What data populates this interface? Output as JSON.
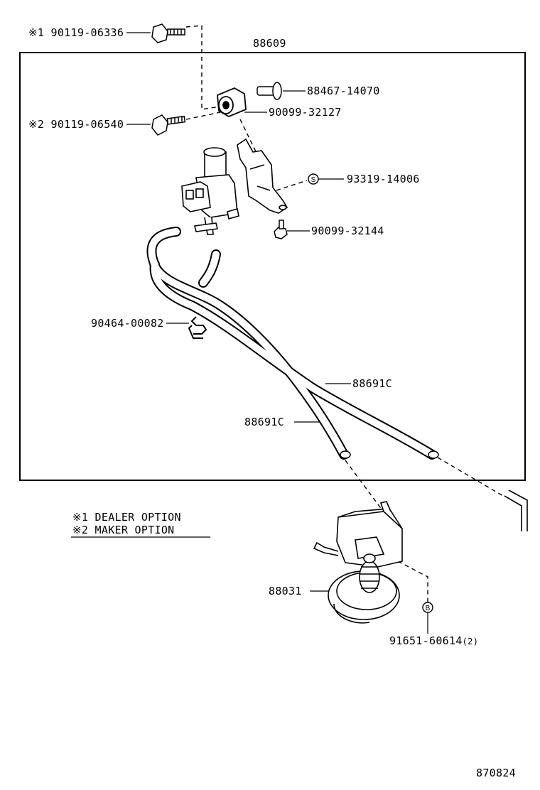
{
  "title_part": "88609",
  "parts": {
    "p1": {
      "mark": "※1",
      "number": "90119-06336"
    },
    "p2": {
      "mark": "※2",
      "number": "90119-06540"
    },
    "p3": {
      "number": "88467-14070"
    },
    "p4": {
      "number": "90099-32127"
    },
    "p5": {
      "symbol": "S",
      "number": "93319-14006"
    },
    "p6": {
      "number": "90099-32144"
    },
    "p7": {
      "number": "90464-00082"
    },
    "p8": {
      "number": "88691C"
    },
    "p9": {
      "number": "88691C"
    },
    "p10": {
      "number": "88031"
    },
    "p11": {
      "symbol": "B",
      "number": "91651-60614",
      "qty": "(2)"
    }
  },
  "legend": {
    "line1": "※1 DEALER OPTION",
    "line2": "※2 MAKER OPTION"
  },
  "diagram_id": "870824",
  "icons": [
    "bolt-icon",
    "vsv-valve-icon",
    "bracket-icon",
    "rubber-cushion-icon",
    "hose-icon",
    "clamp-icon",
    "actuator-icon"
  ]
}
